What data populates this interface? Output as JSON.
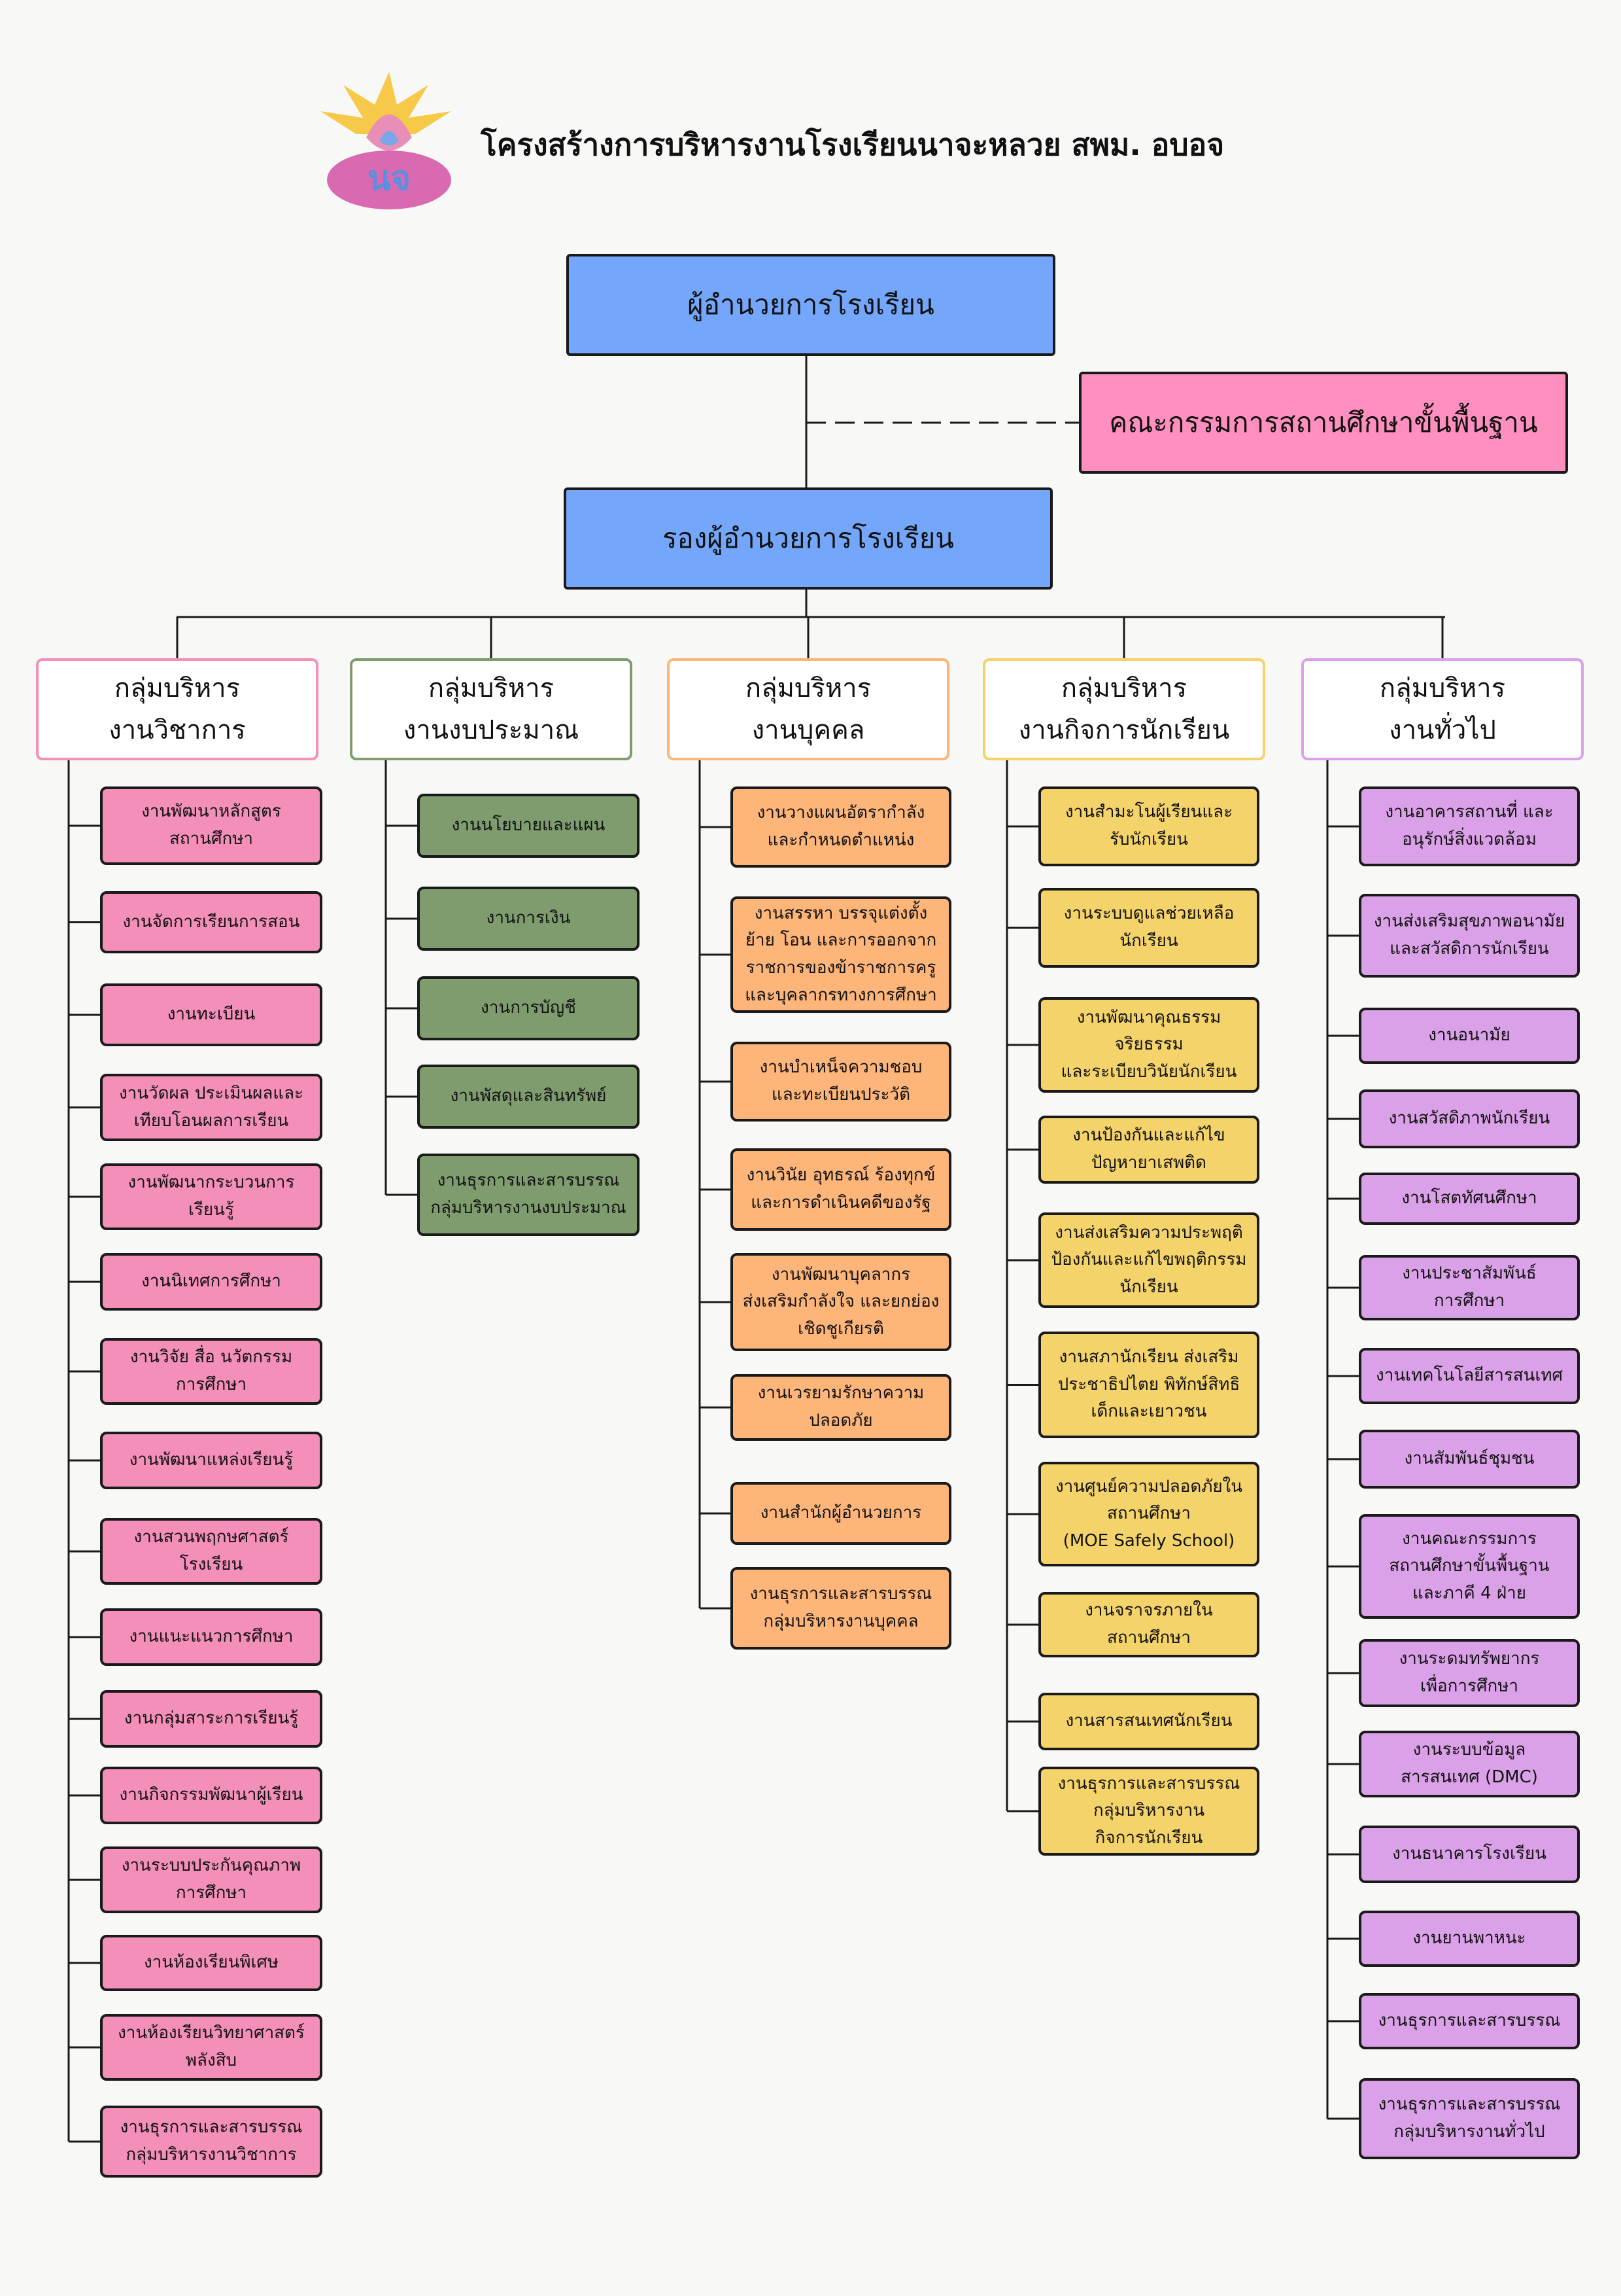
{
  "header": {
    "title": "โครงสร้างการบริหารงานโรงเรียนนาจะหลวย สพม. อบอจ",
    "logo_text": "นจ"
  },
  "director": "ผู้อำนวยการโรงเรียน",
  "board": "คณะกรรมการสถานศึกษาขั้นพื้นฐาน",
  "deputy": "รองผู้อำนวยการโรงเรียน",
  "colors": {
    "top": "#74a7fb",
    "board": "#ff8fbf",
    "academic": "#f48fb9",
    "budget": "#7f9c6f",
    "personnel": "#fdb57a",
    "student": "#f5d36b",
    "general": "#dba1e8"
  },
  "groups": [
    {
      "title": "กลุ่มบริหาร\nงานวิชาการ",
      "items": [
        "งานพัฒนาหลักสูตร\nสถานศึกษา",
        "งานจัดการเรียนการสอน",
        "งานทะเบียน",
        "งานวัดผล ประเมินผลและ\nเทียบโอนผลการเรียน",
        "งานพัฒนากระบวนการ\nเรียนรู้",
        "งานนิเทศการศึกษา",
        "งานวิจัย สื่อ นวัตกรรม\nการศึกษา",
        "งานพัฒนาแหล่งเรียนรู้",
        "งานสวนพฤกษศาสตร์\nโรงเรียน",
        "งานแนะแนวการศึกษา",
        "งานกลุ่มสาระการเรียนรู้",
        "งานกิจกรรมพัฒนาผู้เรียน",
        "งานระบบประกันคุณภาพ\nการศึกษา",
        "งานห้องเรียนพิเศษ",
        "งานห้องเรียนวิทยาศาสตร์\nพลังสิบ",
        "งานธุรการและสารบรรณ\nกลุ่มบริหารงานวิชาการ"
      ]
    },
    {
      "title": "กลุ่มบริหาร\nงานงบประมาณ",
      "items": [
        "งานนโยบายและแผน",
        "งานการเงิน",
        "งานการบัญชี",
        "งานพัสดุและสินทรัพย์",
        "งานธุรการและสารบรรณ\nกลุ่มบริหารงานงบประมาณ"
      ]
    },
    {
      "title": "กลุ่มบริหาร\nงานบุคคล",
      "items": [
        "งานวางแผนอัตรากำลัง\nและกำหนดตำแหน่ง",
        "งานสรรหา บรรจุแต่งตั้ง\nย้าย โอน และการออกจาก\nราชการของข้าราชการครู\nและบุคลากรทางการศึกษา",
        "งานบำเหน็จความชอบ\nและทะเบียนประวัติ",
        "งานวินัย อุทธรณ์ ร้องทุกข์\nและการดำเนินคดีของรัฐ",
        "งานพัฒนาบุคลากร\nส่งเสริมกำลังใจ และยกย่อง\nเชิดชูเกียรติ",
        "งานเวรยามรักษาความ\nปลอดภัย",
        "งานสำนักผู้อำนวยการ",
        "งานธุรการและสารบรรณ\nกลุ่มบริหารงานบุคคล"
      ]
    },
    {
      "title": "กลุ่มบริหาร\nงานกิจการนักเรียน",
      "items": [
        "งานสำมะโนผู้เรียนและ\nรับนักเรียน",
        "งานระบบดูแลช่วยเหลือ\nนักเรียน",
        "งานพัฒนาคุณธรรม จริยธรรม\nและระเบียบวินัยนักเรียน",
        "งานป้องกันและแก้ไข\nปัญหายาเสพติด",
        "งานส่งเสริมความประพฤติ\nป้องกันและแก้ไขพฤติกรรม\nนักเรียน",
        "งานสภานักเรียน ส่งเสริม\nประชาธิปไตย พิทักษ์สิทธิ\nเด็กและเยาวชน",
        "งานศูนย์ความปลอดภัยใน\nสถานศึกษา\n(MOE Safely School)",
        "งานจราจรภายใน\nสถานศึกษา",
        "งานสารสนเทศนักเรียน",
        "งานธุรการและสารบรรณ\nกลุ่มบริหารงาน\nกิจการนักเรียน"
      ]
    },
    {
      "title": "กลุ่มบริหาร\nงานทั่วไป",
      "items": [
        "งานอาคารสถานที่ และ\nอนุรักษ์สิ่งแวดล้อม",
        "งานส่งเสริมสุขภาพอนามัย\nและสวัสดิการนักเรียน",
        "งานอนามัย",
        "งานสวัสดิภาพนักเรียน",
        "งานโสตทัศนศึกษา",
        "งานประชาสัมพันธ์\nการศึกษา",
        "งานเทคโนโลยีสารสนเทศ",
        "งานสัมพันธ์ชุมชน",
        "งานคณะกรรมการ\nสถานศึกษาขั้นพื้นฐาน\nและภาคี 4 ฝ่าย",
        "งานระดมทรัพยากร\nเพื่อการศึกษา",
        "งานระบบข้อมูล\nสารสนเทศ (DMC)",
        "งานธนาคารโรงเรียน",
        "งานยานพาหนะ",
        "งานธุรการและสารบรรณ",
        "งานธุรการและสารบรรณ\nกลุ่มบริหารงานทั่วไป"
      ]
    }
  ]
}
